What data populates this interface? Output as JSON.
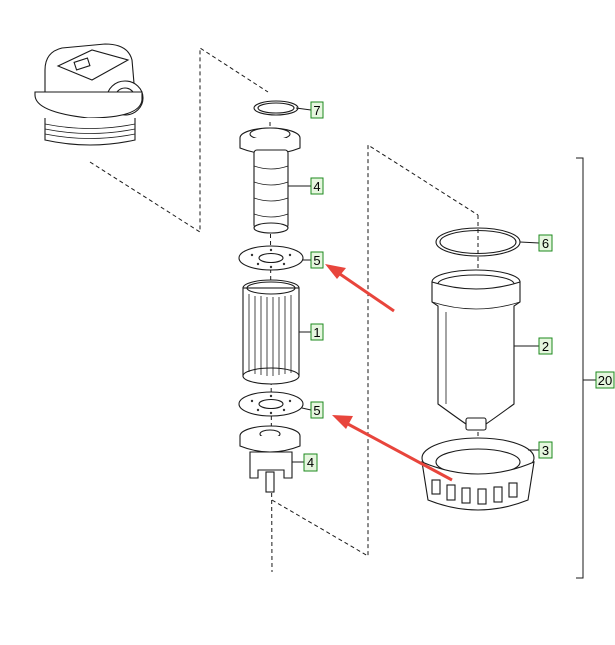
{
  "diagram": {
    "callouts": [
      {
        "id": "c7",
        "label": "7"
      },
      {
        "id": "c4a",
        "label": "4"
      },
      {
        "id": "c5a",
        "label": "5"
      },
      {
        "id": "c1",
        "label": "1"
      },
      {
        "id": "c5b",
        "label": "5"
      },
      {
        "id": "c4b",
        "label": "4"
      },
      {
        "id": "c6",
        "label": "6"
      },
      {
        "id": "c2",
        "label": "2"
      },
      {
        "id": "c3",
        "label": "3"
      },
      {
        "id": "c20",
        "label": "20"
      }
    ],
    "arrow_color": "#e8453c",
    "callout_border_color": "#1c8a1c",
    "callout_fill_color": "#e6f6df"
  }
}
